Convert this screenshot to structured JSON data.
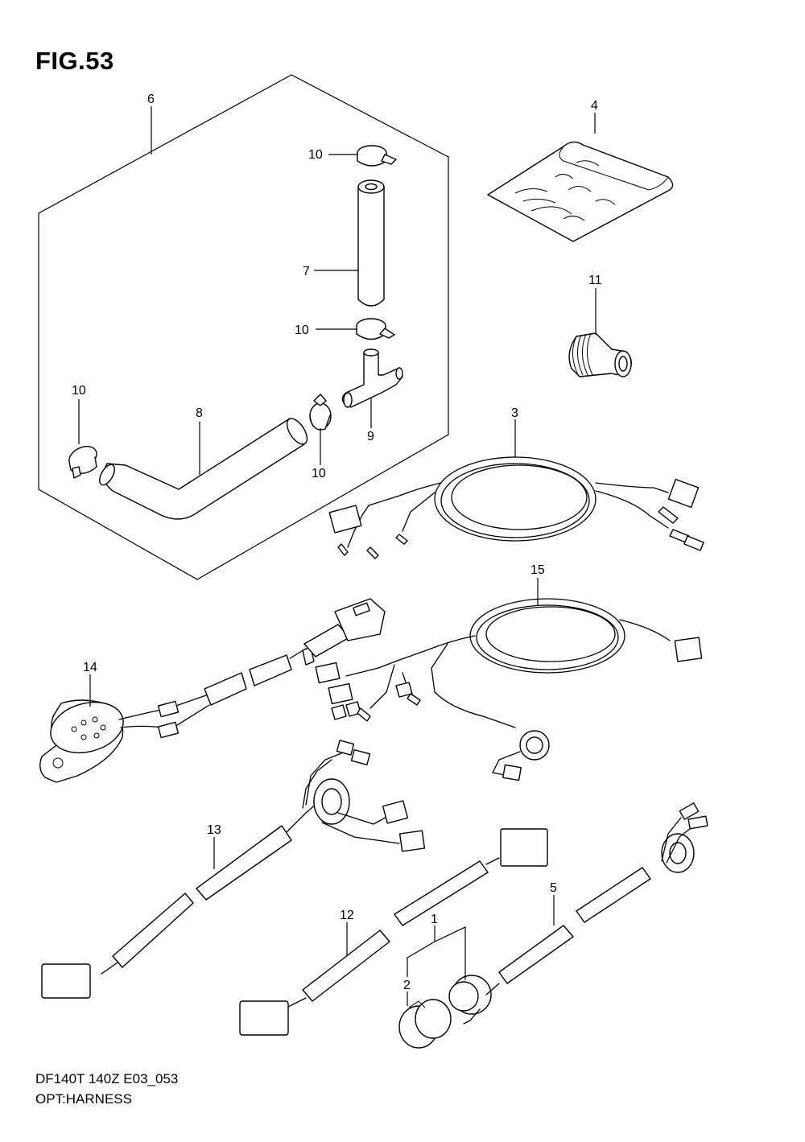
{
  "header": {
    "title": "FIG.53"
  },
  "footer": {
    "code": "DF140T 140Z E03_053",
    "name": "OPT:HARNESS"
  },
  "callouts": {
    "c1": "1",
    "c2": "2",
    "c3": "3",
    "c4": "4",
    "c5": "5",
    "c6": "6",
    "c7": "7",
    "c8": "8",
    "c9": "9",
    "c10a": "10",
    "c10b": "10",
    "c10c": "10",
    "c10d": "10",
    "c11": "11",
    "c12": "12",
    "c13": "13",
    "c14": "14",
    "c15": "15"
  }
}
